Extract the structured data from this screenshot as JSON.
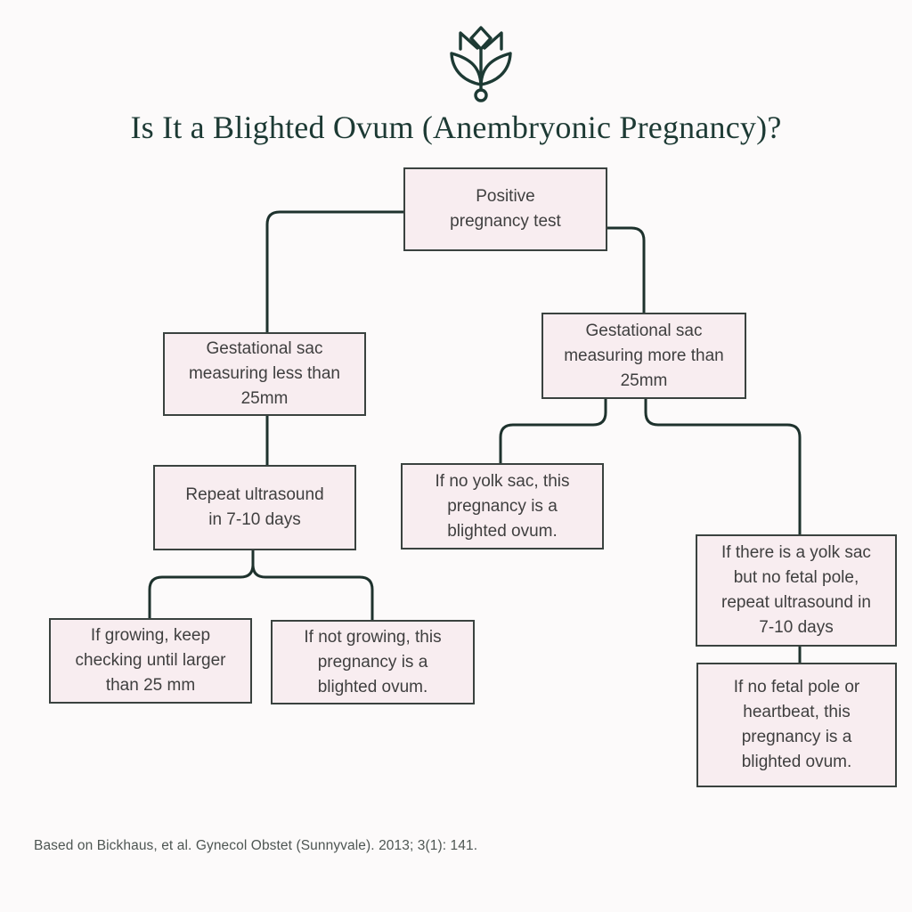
{
  "header": {
    "logo_icon": "tulip-flower-icon",
    "title": "Is It a Blighted Ovum (Anembryonic Pregnancy)?"
  },
  "flowchart": {
    "nodes": [
      {
        "id": "positive-pregnancy-test",
        "text": "Positive\npregnancy test"
      },
      {
        "id": "sac-less-than-25mm",
        "text": "Gestational sac\nmeasuring less than\n25mm"
      },
      {
        "id": "repeat-ultrasound",
        "text": "Repeat ultrasound\nin 7-10 days"
      },
      {
        "id": "if-growing",
        "text": "If growing, keep\nchecking until larger\nthan 25 mm"
      },
      {
        "id": "if-not-growing",
        "text": "If not growing, this\npregnancy is a\nblighted ovum."
      },
      {
        "id": "sac-more-than-25mm",
        "text": "Gestational sac\nmeasuring more than\n25mm"
      },
      {
        "id": "no-yolk-sac",
        "text": "If no yolk sac, this\npregnancy is a\nblighted ovum."
      },
      {
        "id": "yolk-sac-no-fetal-pole",
        "text": "If there is a yolk sac\nbut no fetal pole,\nrepeat ultrasound in\n7-10 days"
      },
      {
        "id": "no-fetal-pole-or-heartbeat",
        "text": "If no fetal pole or\nheartbeat, this\npregnancy is a\nblighted ovum."
      }
    ]
  },
  "footer": {
    "citation": "Based on Bickhaus, et al. Gynecol Obstet (Sunnyvale). 2013; 3(1): 141."
  },
  "colors": {
    "background": "#fcfafa",
    "box_fill": "#f8edf0",
    "box_border": "#3a423f",
    "connector": "#1e322d",
    "title_text": "#1d3a34",
    "box_text": "#3f3f3f",
    "citation_text": "#4e5653"
  }
}
